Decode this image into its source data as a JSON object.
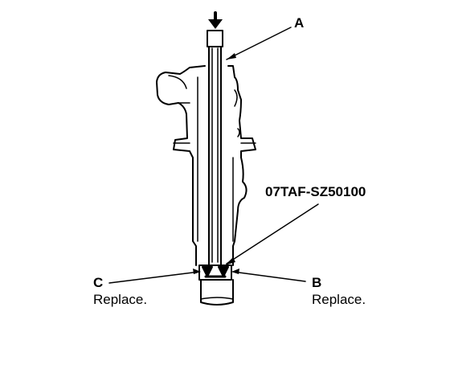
{
  "labels": {
    "a": "A",
    "b": "B",
    "c": "C",
    "tool": "07TAF-SZ50100",
    "b_note": "Replace.",
    "c_note": "Replace."
  },
  "colors": {
    "ink": "#000000",
    "paper": "#ffffff"
  },
  "icons": {
    "push": "down-arrow-icon"
  }
}
